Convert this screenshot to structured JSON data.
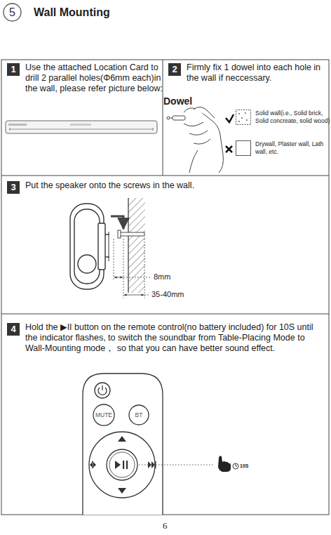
{
  "diagram": {
    "title": "Wall Mounting",
    "nodes": [
      {
        "text": [
          "5"
        ]
      },
      {
        "text": [
          "1",
          "Use the attached Location Card to drill 2 parallel holes(Φ6mm each)in the wall, please refer picture below:"
        ]
      },
      {
        "text": [
          "2",
          "Firmly fix 1 dowel into each hole in the wall if neccessary."
        ]
      },
      {
        "text": [
          "Solid wall(i.e., Solid brick, Solid concreate, solid wood)"
        ]
      },
      {
        "text": [
          "Drywall, Plaster wall, Lath wall, etc."
        ]
      },
      {
        "text": [
          "3",
          "Put the speaker onto the screws in the wall."
        ]
      },
      {
        "text": [
          "4",
          "Hold the ▶II button on the remote control(no battery included) for 10S until the indicator flashes, to switch the soundbar from Table-Placing Mode to Wall-Mounting mode， so that you can have better sound effect."
        ]
      },
      {
        "text": [
          "MUTE"
        ]
      },
      {
        "text": [
          "BT"
        ]
      }
    ],
    "labels": [
      "Dowel",
      "8mm",
      "35-40mm",
      "10S",
      "6"
    ]
  }
}
